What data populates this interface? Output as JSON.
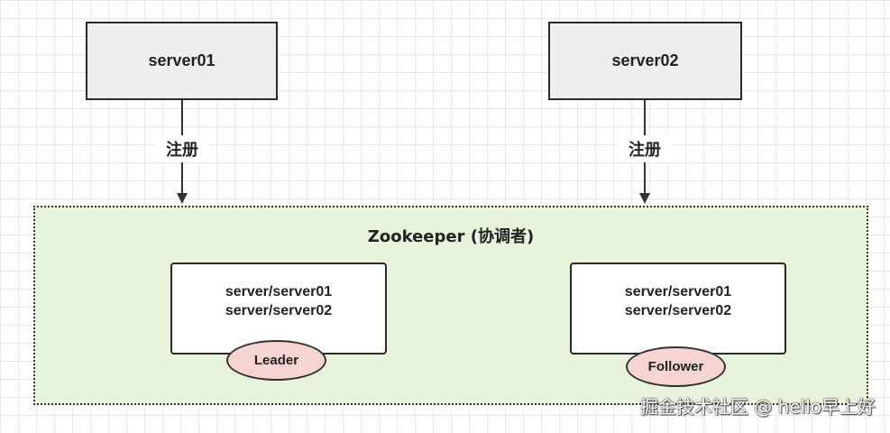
{
  "servers": [
    {
      "label": "server01"
    },
    {
      "label": "server02"
    }
  ],
  "arrows": [
    {
      "label": "注册"
    },
    {
      "label": "注册"
    }
  ],
  "zookeeper": {
    "title": "Zookeeper (协调者)",
    "nodes": [
      {
        "lines": [
          "server/server01",
          "server/server02"
        ],
        "role": "Leader"
      },
      {
        "lines": [
          "server/server01",
          "server/server02"
        ],
        "role": "Follower"
      }
    ]
  },
  "watermark": "掘金技术社区 @ hello早上好"
}
